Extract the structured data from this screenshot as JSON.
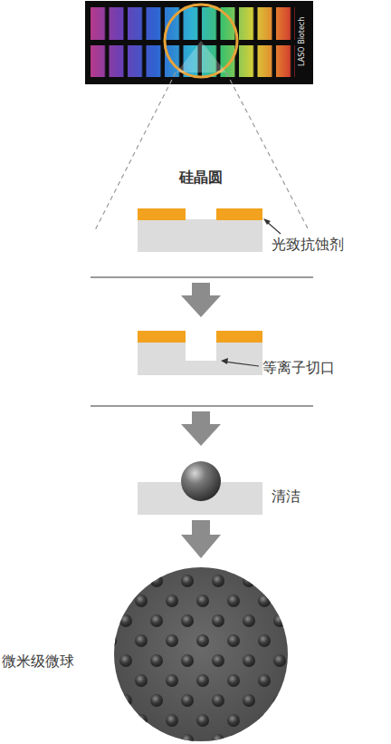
{
  "diagram": {
    "labels": [
      "LASO Biotech",
      "硅晶圆",
      "光致抗蚀剂",
      "等离子切口",
      "清洁",
      "微米级微球"
    ]
  }
}
